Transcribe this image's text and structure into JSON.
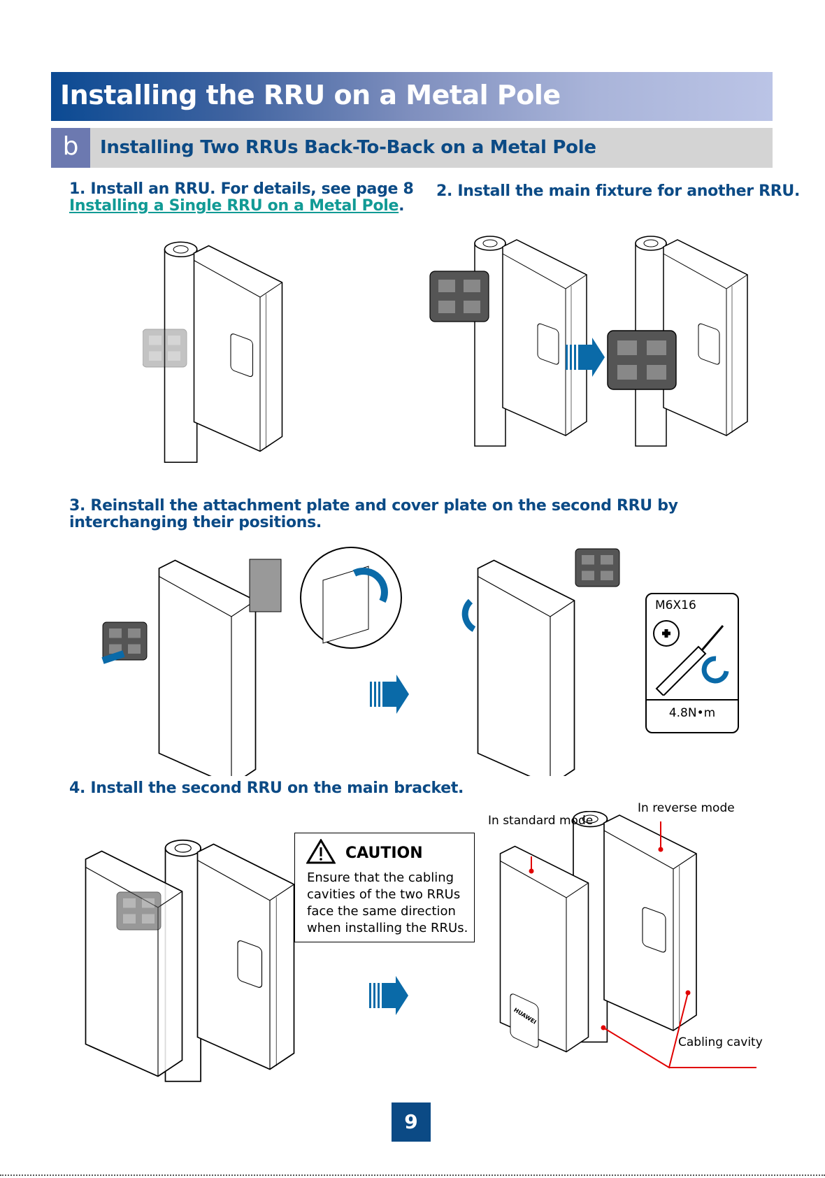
{
  "header": {
    "title": "Installing the RRU on a Metal Pole"
  },
  "section": {
    "letter": "b",
    "title": "Installing Two RRUs Back-To-Back on a Metal Pole"
  },
  "steps": {
    "step1_text": "1. Install an RRU. For details, see page 8",
    "step1_link": "Installing a Single RRU on a Metal Pole",
    "step1_period": ".",
    "step2_text": "2. Install the main fixture for another RRU.",
    "step3_text": "3. Reinstall the attachment plate and cover plate on the second RRU by interchanging their positions.",
    "step4_text": "4. Install the second RRU on the main bracket."
  },
  "torque": {
    "screw": "M6X16",
    "value": "4.8N•m"
  },
  "caution": {
    "title": "CAUTION",
    "body": "Ensure that the cabling cavities of the two RRUs face the same direction when installing the RRUs."
  },
  "labels": {
    "standard": "In standard mode",
    "reverse": "In reverse mode",
    "cavity": "Cabling cavity",
    "brand": "HUAWEI"
  },
  "page_number": "9",
  "colors": {
    "accent": "#0b4a85",
    "arrow": "#0a6aa8",
    "link": "#119a95",
    "callout": "#e00000"
  }
}
